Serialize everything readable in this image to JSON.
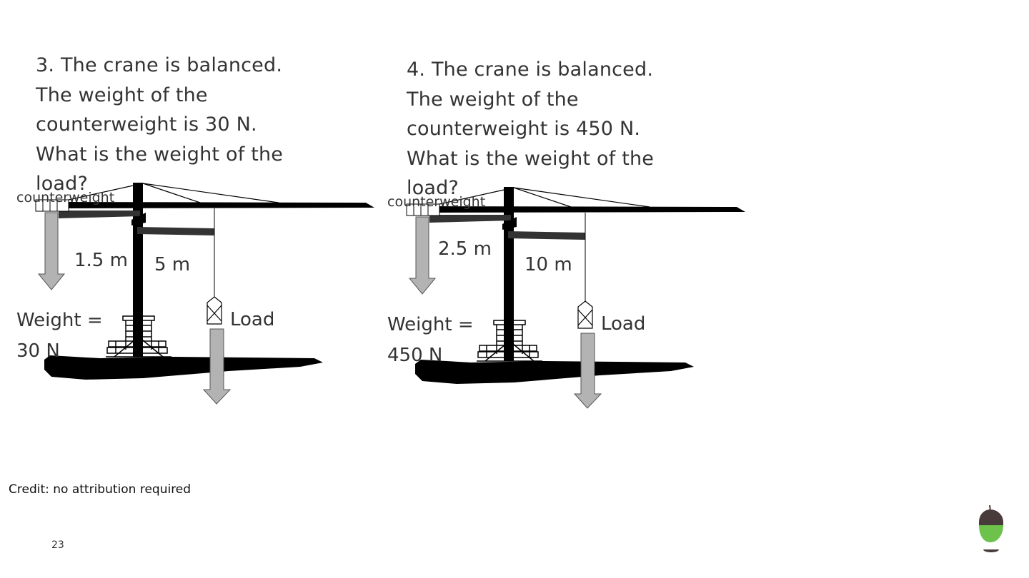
{
  "slide": {
    "page_number": "23",
    "credit": "Credit: no attribution required"
  },
  "questions": [
    {
      "text": "3. The crane is balanced.\nThe weight of the\ncounterweight is 30 N.\nWhat is the weight of the\nload?",
      "labels": {
        "counterweight": "counterweight",
        "left_distance": "1.5 m",
        "right_distance": "5 m",
        "weight": "Weight =\n30 N",
        "load": "Load"
      }
    },
    {
      "text": "4. The crane is balanced.\nThe weight of the\ncounterweight is 450 N.\nWhat is the weight of the\nload?",
      "labels": {
        "counterweight": "counterweight",
        "left_distance": "2.5 m",
        "right_distance": "10 m",
        "weight": "Weight =\n450 N",
        "load": "Load"
      }
    }
  ],
  "colors": {
    "text": "#333333",
    "crane": "#000000",
    "arrow_fill": "#b3b3b3",
    "arrow_stroke": "#555555",
    "logo_green": "#6cc24a",
    "logo_brown": "#4a3b3b"
  },
  "icons": {
    "logo": "acorn-logo-icon"
  }
}
